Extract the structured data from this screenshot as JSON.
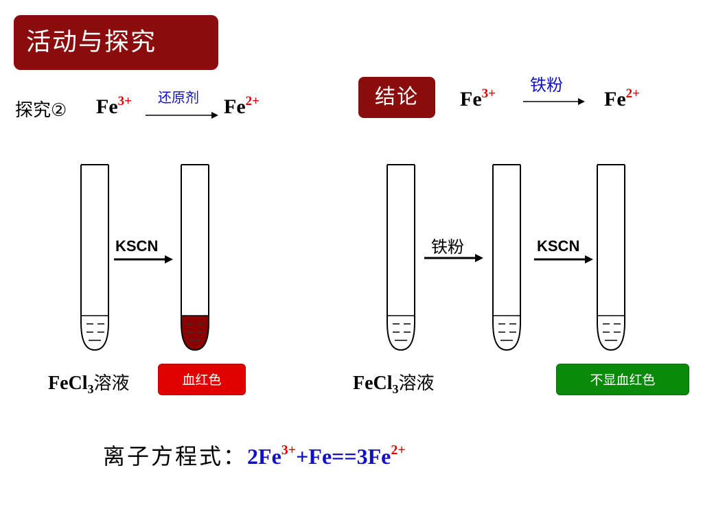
{
  "title": "活动与探究",
  "left": {
    "label": "探究②",
    "reactant": {
      "symbol": "Fe",
      "charge": "3+"
    },
    "reagent": "还原剂",
    "product": {
      "symbol": "Fe",
      "charge": "2+"
    },
    "step_reagent": "KSCN",
    "solution": {
      "formula": "FeCl",
      "subscript": "3",
      "suffix": "溶液"
    },
    "result": "血红色"
  },
  "conclusion": {
    "label": "结论",
    "reactant": {
      "symbol": "Fe",
      "charge": "3+"
    },
    "reagent": "铁粉",
    "product": {
      "symbol": "Fe",
      "charge": "2+"
    }
  },
  "right": {
    "step1_reagent": "铁粉",
    "step2_reagent": "KSCN",
    "solution": {
      "formula": "FeCl",
      "subscript": "3",
      "suffix": "溶液"
    },
    "result": "不显血红色"
  },
  "equation": {
    "label": "离子方程式：",
    "part1": "2Fe",
    "charge1": "3+",
    "part2": "+Fe==3Fe",
    "charge2": "2+"
  },
  "colors": {
    "title_bg": "#8b0c0c",
    "charge": "#e00000",
    "reagent_text": "#1010c8",
    "blood_red_solution": "#8b0000",
    "badge_red": "#e00000",
    "badge_green": "#0a8a0a"
  }
}
